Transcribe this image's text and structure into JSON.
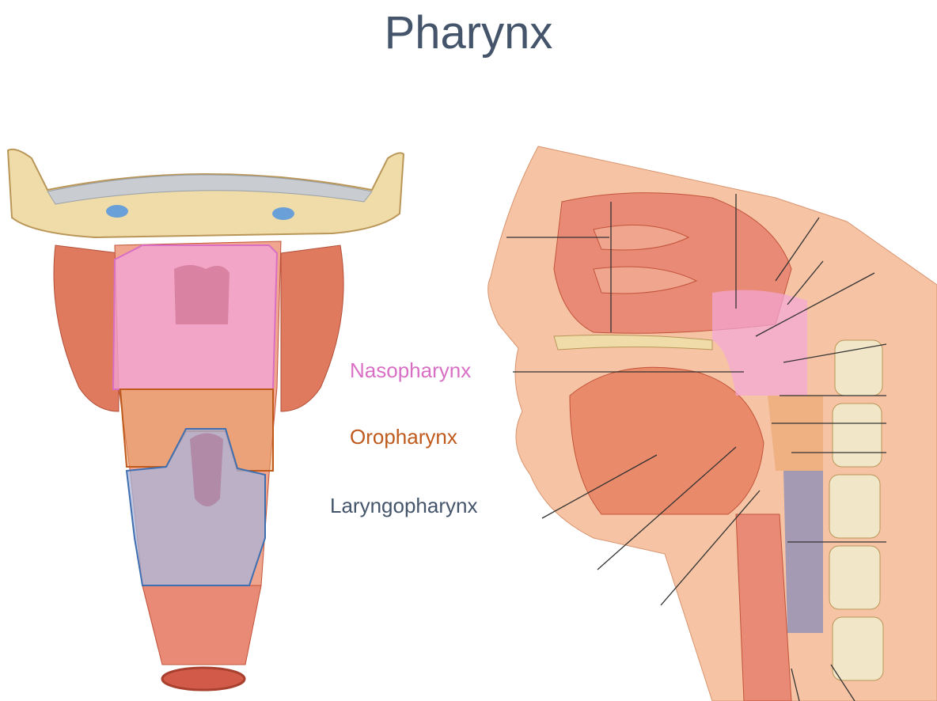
{
  "title": "Pharynx",
  "regions": [
    {
      "key": "nasopharynx",
      "label": "Nasopharynx",
      "color": "#d96fc4"
    },
    {
      "key": "oropharynx",
      "label": "Oropharynx",
      "color": "#bf5a1c"
    },
    {
      "key": "laryngopharynx",
      "label": "Laryngopharynx",
      "color": "#44546a"
    }
  ],
  "colors": {
    "bone": "#efdca8",
    "bone_dots": "#c9a35a",
    "muscle": "#e07a5f",
    "muscle_dark": "#c2543a",
    "mucosa": "#f0a58f",
    "skin": "#f6c4a4",
    "naso_fill": "#f3a6d8",
    "oro_fill": "#e9a066",
    "laryngo_fill": "#aab4d8",
    "vertebra": "#f1e6c8",
    "disc": "#a9c3dc"
  }
}
